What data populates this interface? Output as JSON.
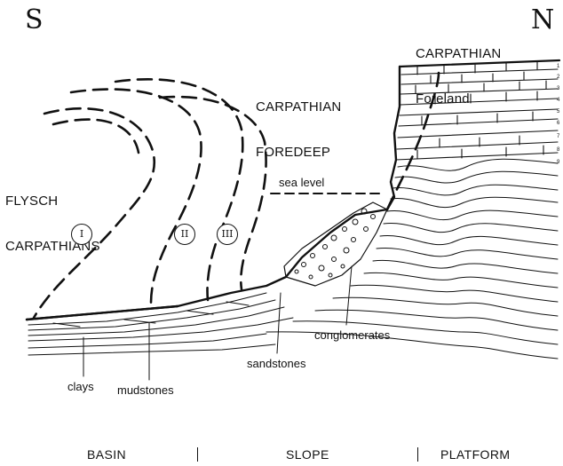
{
  "directions": {
    "south": "S",
    "north": "N"
  },
  "regions": {
    "foreland": [
      "CARPATHIAN",
      "Foreland"
    ],
    "foredeep": [
      "CARPATHIAN",
      "FOREDEEP"
    ],
    "flysch": [
      "FLYSCH",
      "CARPATHIANS"
    ]
  },
  "sea_level": "sea level",
  "thrust_sheets": [
    "I",
    "II",
    "III"
  ],
  "lithology": {
    "conglomerates": "conglomerates",
    "sandstones": "sandstones",
    "clays": "clays",
    "mudstones": "mudstones"
  },
  "layer_numbers": [
    "1",
    "2",
    "3",
    "4",
    "5",
    "6",
    "7",
    "8",
    "9"
  ],
  "zones": {
    "basin": "BASIN",
    "slope": "SLOPE",
    "platform": "PLATFORM"
  }
}
